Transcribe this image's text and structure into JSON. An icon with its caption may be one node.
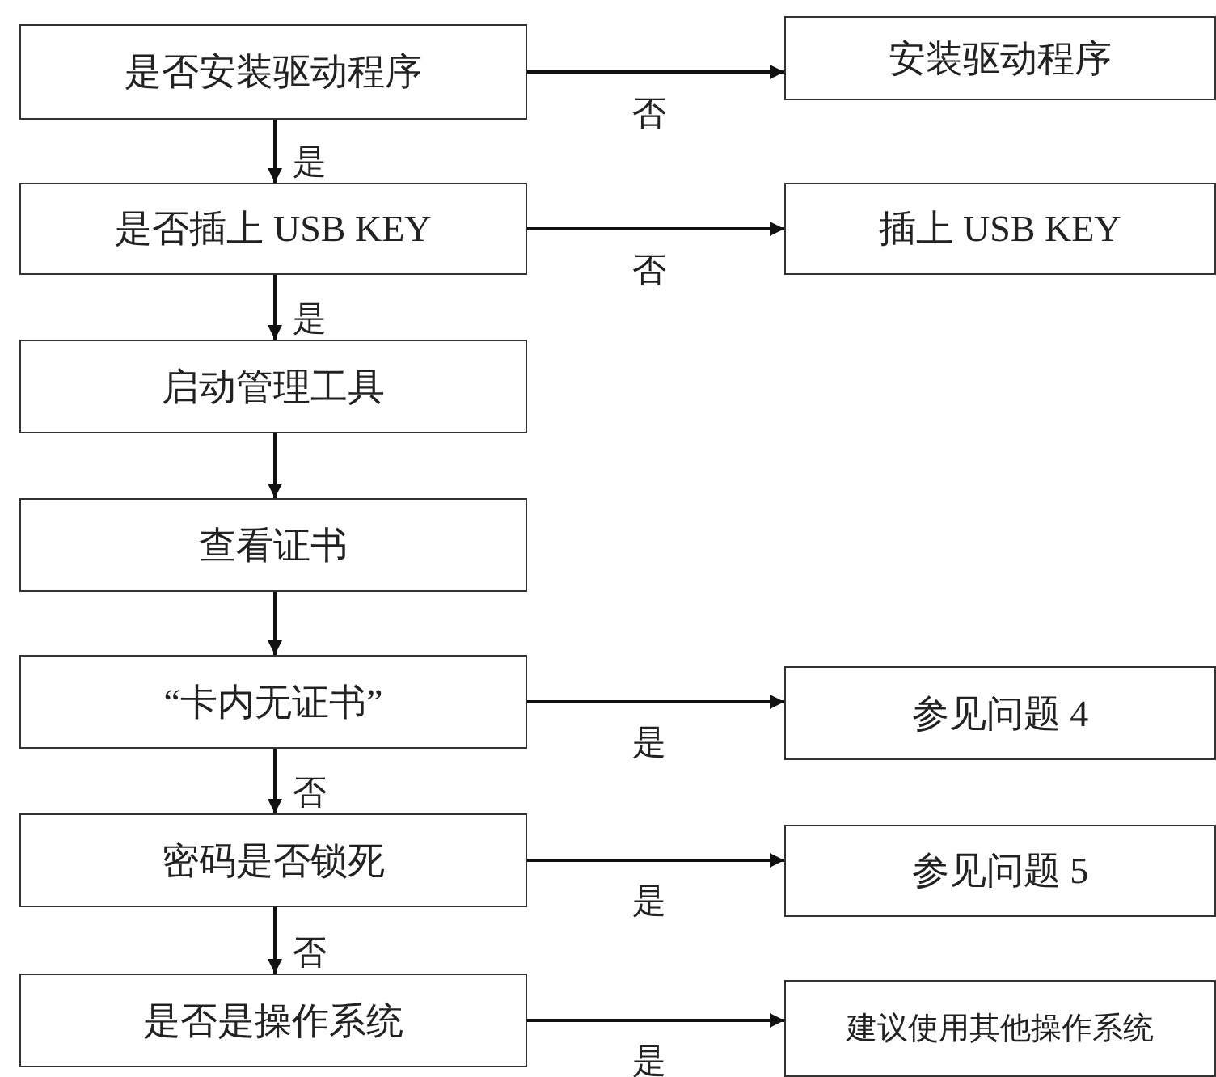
{
  "diagram": {
    "nodes": [
      {
        "text": [
          "是否安装驱动程序"
        ]
      },
      {
        "text": [
          "安装驱动程序"
        ]
      },
      {
        "text": [
          "是否插上 USB KEY"
        ]
      },
      {
        "text": [
          "插上 USB KEY"
        ]
      },
      {
        "text": [
          "启动管理工具"
        ]
      },
      {
        "text": [
          "查看证书"
        ]
      },
      {
        "text": [
          "“卡内无证书”"
        ]
      },
      {
        "text": [
          "参见问题 4"
        ]
      },
      {
        "text": [
          "密码是否锁死"
        ]
      },
      {
        "text": [
          "参见问题 5"
        ]
      },
      {
        "text": [
          "是否是操作系统"
        ]
      },
      {
        "text": [
          "建议使用其他操作系统"
        ]
      }
    ],
    "edges": [
      {
        "from": 0,
        "to": 1,
        "arrow": "to",
        "label": "否"
      },
      {
        "from": 0,
        "to": 2,
        "arrow": "to",
        "label": "是"
      },
      {
        "from": 2,
        "to": 3,
        "arrow": "to",
        "label": "否"
      },
      {
        "from": 2,
        "to": 4,
        "arrow": "to",
        "label": "是"
      },
      {
        "from": 4,
        "to": 5,
        "arrow": "to"
      },
      {
        "from": 5,
        "to": 6,
        "arrow": "to"
      },
      {
        "from": 6,
        "to": 7,
        "arrow": "to",
        "label": "是"
      },
      {
        "from": 6,
        "to": 8,
        "arrow": "to",
        "label": "否"
      },
      {
        "from": 8,
        "to": 9,
        "arrow": "to",
        "label": "是"
      },
      {
        "from": 8,
        "to": 10,
        "arrow": "to",
        "label": "否"
      },
      {
        "from": 10,
        "to": 11,
        "arrow": "to",
        "label": "是"
      }
    ]
  }
}
